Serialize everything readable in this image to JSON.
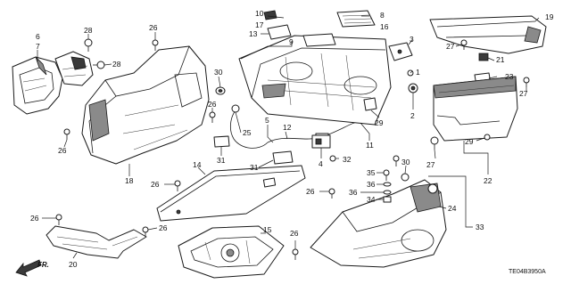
{
  "diagram_code": "TE04B3950A",
  "direction_label": "FR.",
  "labels": {
    "c6": "6",
    "c7": "7",
    "c28a": "28",
    "c28b": "28",
    "c26a": "26",
    "c26b": "26",
    "c26c": "26",
    "c18": "18",
    "c30a": "30",
    "c26d": "26",
    "c25": "25",
    "c31a": "31",
    "c10": "10",
    "c17": "17",
    "c13": "13",
    "c9": "9",
    "c8": "8",
    "c16": "16",
    "c3": "3",
    "c1": "1",
    "c2": "2",
    "c29a": "29",
    "c12": "12",
    "c5": "5",
    "c11": "11",
    "c4": "4",
    "c32": "32",
    "c31b": "31",
    "c19": "19",
    "c27a": "27",
    "c21": "21",
    "c23": "23",
    "c27b": "27",
    "c29b": "29",
    "c27c": "27",
    "c22": "22",
    "c14": "14",
    "c26e": "26",
    "c26f": "26",
    "c26g": "26",
    "c20": "20",
    "c15": "15",
    "c26h": "26",
    "c26i": "26",
    "c35": "35",
    "c36a": "36",
    "c36b": "36",
    "c34": "34",
    "c30b": "30",
    "c24": "24",
    "c33": "33"
  }
}
